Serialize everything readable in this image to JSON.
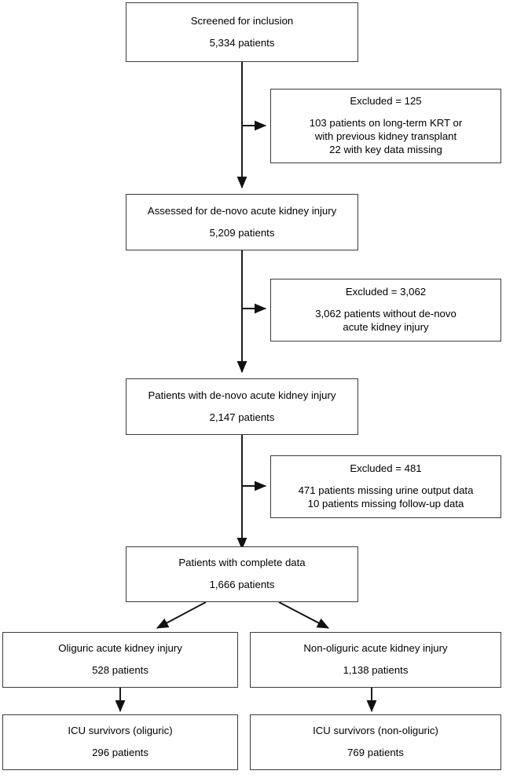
{
  "figure": {
    "type": "flow-diagram",
    "kind": "study-participant-flowchart",
    "background_color": "#ffffff",
    "line_color": "#3b3b3b",
    "text_color": "#000000"
  },
  "nodes": {
    "screened": {
      "title": "Screened for inclusion",
      "count": "5,334 patients"
    },
    "excluded_1": {
      "title": "Excluded = 125",
      "detail_line_1": "103 patients on long-term KRT or",
      "detail_line_2": "with previous kidney transplant",
      "detail_line_3": "22 with key data missing"
    },
    "assessed": {
      "title": "Assessed for de-novo acute kidney injury",
      "count": "5,209 patients"
    },
    "excluded_2": {
      "title": "Excluded = 3,062",
      "detail_line_1": "3,062 patients without de-novo",
      "detail_line_2": "acute kidney injury"
    },
    "with_aki": {
      "title": "Patients with de-novo acute kidney injury",
      "count": "2,147 patients"
    },
    "excluded_3": {
      "title": "Excluded = 481",
      "detail_line_1": "471 patients missing urine output data",
      "detail_line_2": "10 patients missing follow-up data"
    },
    "complete_data": {
      "title": "Patients with complete data",
      "count": "1,666 patients"
    },
    "oliguric": {
      "title": "Oliguric acute kidney injury",
      "count": "528 patients"
    },
    "non_oliguric": {
      "title": "Non-oliguric acute kidney injury",
      "count": "1,138 patients"
    },
    "icu_survivors_oliguric": {
      "title": "ICU survivors (oliguric)",
      "count": "296 patients"
    },
    "icu_survivors_non_oliguric": {
      "title": "ICU survivors (non-oliguric)",
      "count": "769 patients"
    }
  },
  "chart_data": {
    "type": "flowchart",
    "title": "",
    "stages": [
      {
        "id": "screened",
        "label": "Screened for inclusion",
        "n": 5334
      },
      {
        "id": "assessed",
        "label": "Assessed for de-novo acute kidney injury",
        "n": 5209
      },
      {
        "id": "with_aki",
        "label": "Patients with de-novo acute kidney injury",
        "n": 2147
      },
      {
        "id": "complete_data",
        "label": "Patients with complete data",
        "n": 1666
      }
    ],
    "exclusions": [
      {
        "after": "screened",
        "n": 125,
        "reasons": [
          {
            "n": 103,
            "reason": "patients on long-term KRT or with previous kidney transplant"
          },
          {
            "n": 22,
            "reason": "with key data missing"
          }
        ]
      },
      {
        "after": "assessed",
        "n": 3062,
        "reasons": [
          {
            "n": 3062,
            "reason": "patients without de-novo acute kidney injury"
          }
        ]
      },
      {
        "after": "with_aki",
        "n": 481,
        "reasons": [
          {
            "n": 471,
            "reason": "patients missing urine output data"
          },
          {
            "n": 10,
            "reason": "patients missing follow-up data"
          }
        ]
      }
    ],
    "branches": [
      {
        "id": "oliguric",
        "label": "Oliguric acute kidney injury",
        "n": 528,
        "child": {
          "id": "icu_survivors_oliguric",
          "label": "ICU survivors (oliguric)",
          "n": 296
        }
      },
      {
        "id": "non_oliguric",
        "label": "Non-oliguric acute kidney injury",
        "n": 1138,
        "child": {
          "id": "icu_survivors_non_oliguric",
          "label": "ICU survivors (non-oliguric)",
          "n": 769
        }
      }
    ]
  }
}
